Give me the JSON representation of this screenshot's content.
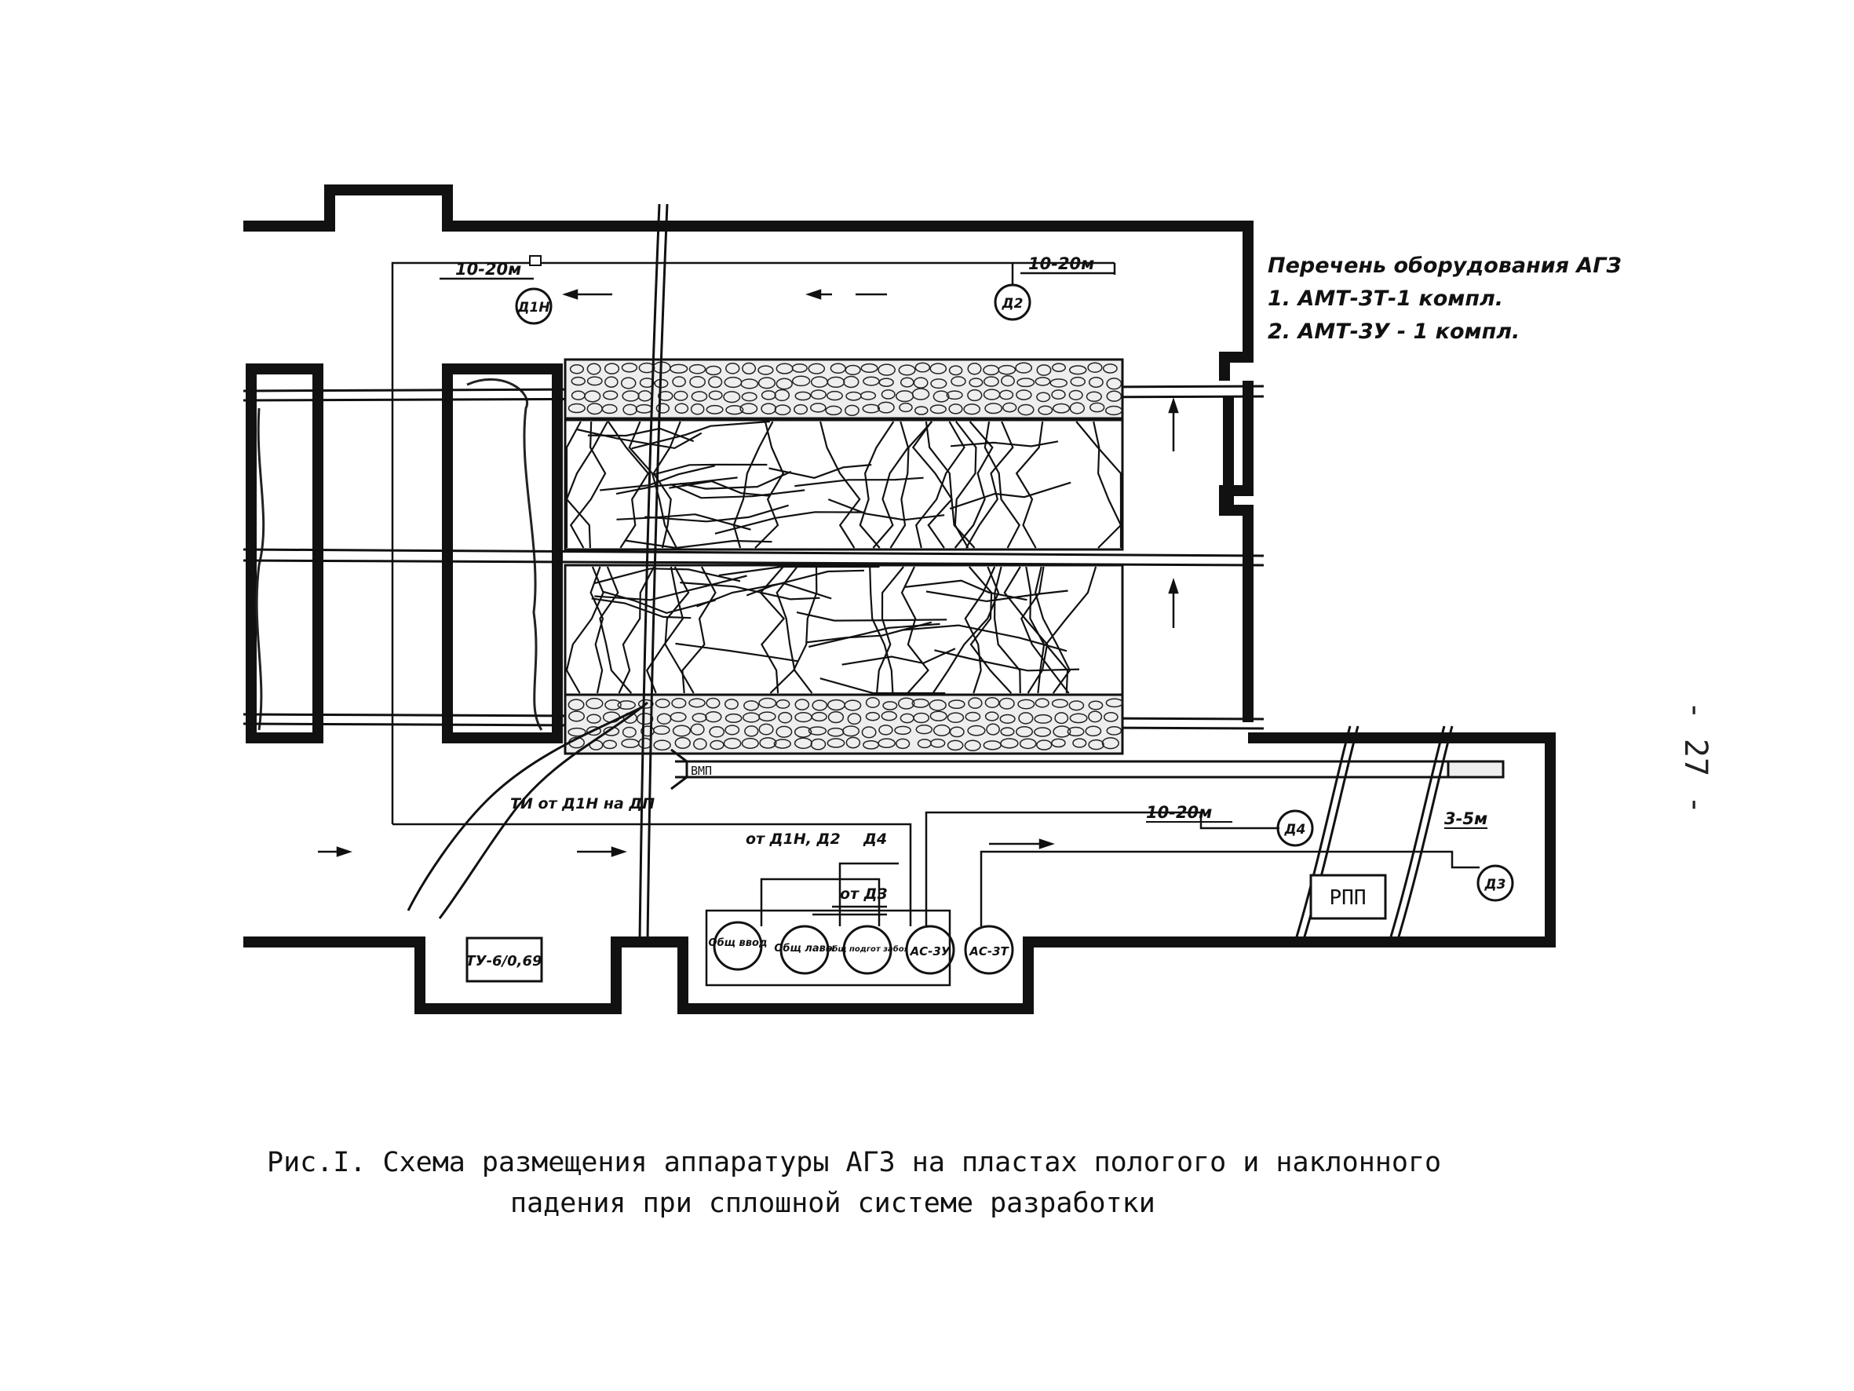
{
  "equipment_list": {
    "title": "Перечень оборудования АГЗ",
    "items": [
      "1. АМТ-3Т-1 компл.",
      "2. АМТ-3У - 1 компл."
    ]
  },
  "labels": {
    "dist_top_left": "10-20м",
    "dist_top_right": "10-20м",
    "dist_bottom": "10-20м",
    "dist_right": "3-5м",
    "sensor_d1n": "Д1Н",
    "sensor_d2": "Д2",
    "sensor_d4": "Д4",
    "sensor_d3": "Д3",
    "ti_label": "ТИ от Д1Н на ДП",
    "from_d1n_d2": "от Д1Н, Д2",
    "from_d4": "Д4",
    "from_d3": "от Д3",
    "obsh_vvod": "Общ ввод",
    "obsh_lavy": "Общ лавы",
    "obsh_podgot": "Общ подгот забоя",
    "as_3u": "АС-3У",
    "as_3t": "АС-3Т",
    "tu": "ТУ-6/0,69",
    "rpp": "РПП",
    "vmp": "ВМП"
  },
  "caption": {
    "line1": "Рис.I. Схема размещения аппаратуры АГЗ на пластах пологого и наклонного",
    "line2": "падения при сплошной системе разработки"
  },
  "page_number": "- 27 -"
}
